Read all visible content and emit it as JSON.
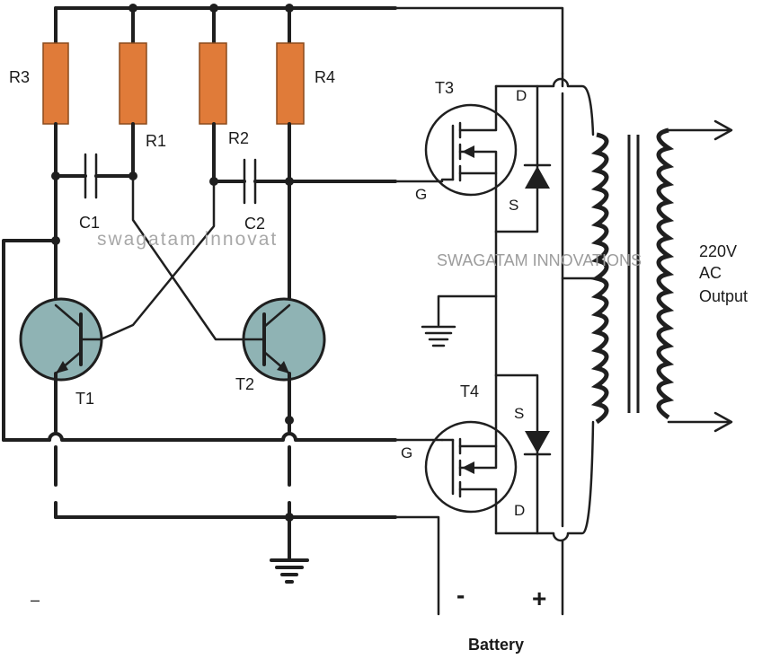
{
  "labels": {
    "r3": "R3",
    "r1": "R1",
    "r2": "R2",
    "r4": "R4",
    "c1": "C1",
    "c2": "C2",
    "t1": "T1",
    "t2": "T2",
    "t3": "T3",
    "t4": "T4",
    "t3_d": "D",
    "t3_g": "G",
    "t3_s": "S",
    "t4_s": "S",
    "t4_g": "G",
    "t4_d": "D",
    "output_line1": "220V",
    "output_line2": "AC",
    "output_line3": "Output",
    "battery_minus": "-",
    "battery_plus": "+",
    "battery": "Battery",
    "stray_minus": "–",
    "watermark_left": "swagatam innovat",
    "watermark_right": "SWAGATAM INNOVATIONS"
  },
  "colors": {
    "resistor": "#e07b39",
    "resistor_edge": "#8a4a1c",
    "transistor": "#8fb3b4",
    "wire": "#1f1f1f",
    "watermark": "#a8a8a8"
  },
  "icons": [
    "ground-symbol",
    "transformer-coil",
    "mosfet-symbol",
    "npn-transistor-symbol",
    "diode-symbol",
    "capacitor-symbol",
    "resistor-symbol"
  ]
}
